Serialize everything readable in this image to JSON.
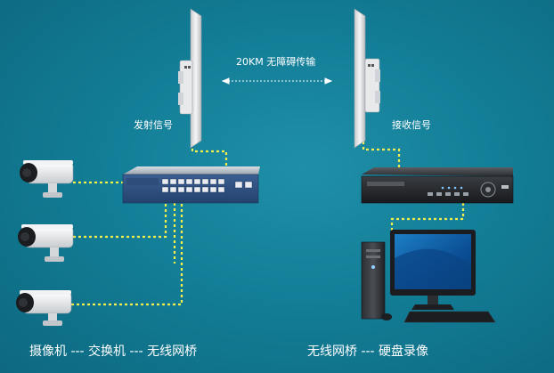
{
  "link": {
    "label": "20KM 无障碍传输"
  },
  "labels": {
    "transmit": "发射信号",
    "receive": "接收信号",
    "left_caption": "摄像机 --- 交换机 --- 无线网桥",
    "right_caption": "无线网桥 --- 硬盘录像"
  },
  "colors": {
    "background": "#137e97",
    "cable": "#f2ef4e",
    "text": "#ffffff"
  },
  "icons": [
    "bridge-antenna-icon",
    "network-switch-icon",
    "bullet-camera-icon",
    "nvr-recorder-icon",
    "desktop-computer-icon"
  ]
}
